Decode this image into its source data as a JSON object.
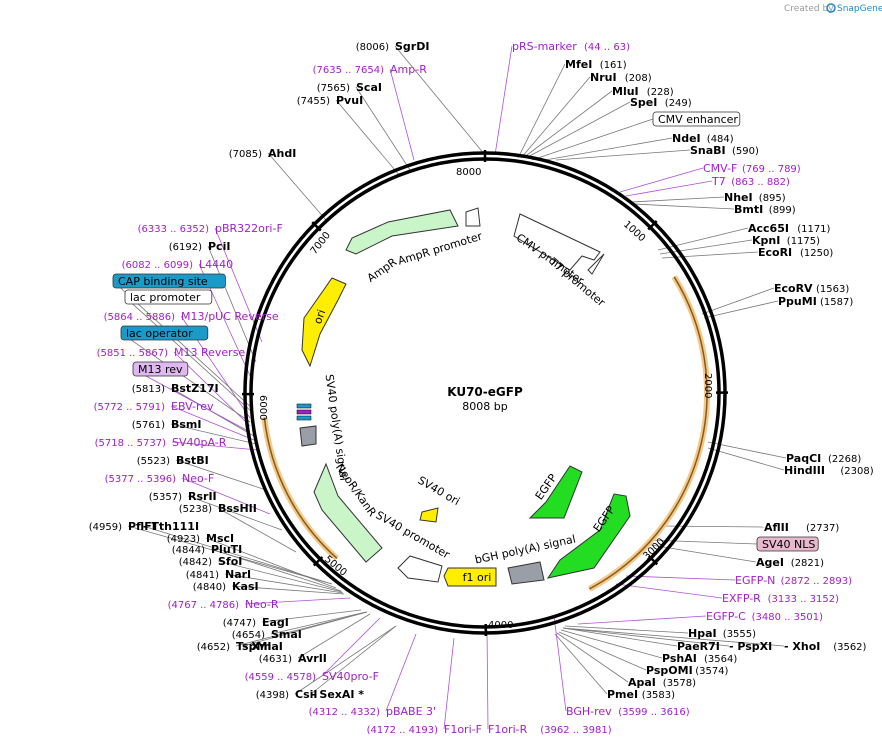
{
  "branding": {
    "created_by": "Created by",
    "app": "SnapGene"
  },
  "map": {
    "name": "KU70-eGFP",
    "length_text": "8008 bp"
  },
  "ticks": [
    "8000",
    "1000",
    "2000",
    "3000",
    "4000",
    "5000",
    "6000",
    "7000"
  ],
  "features": {
    "cmv_promoter": "CMV promoter",
    "t7_promoter": "T7 promoter",
    "egfp1": "EGFP",
    "egfp2": "EGFP",
    "bgh": "bGH poly(A) signal",
    "f1ori": "f1 ori",
    "sv40_ori": "SV40 ori",
    "sv40_promoter": "SV40 promoter",
    "neokan": "NeoR/KanR",
    "sv40_polya": "SV40 poly(A) signal",
    "ori": "ori",
    "ampr": "AmpR",
    "ampr_promoter": "AmpR promoter"
  },
  "annotations": [
    {
      "name": "SgrDI",
      "pos": "(8006)"
    },
    {
      "name": "pRS-marker",
      "pos": "(44 .. 63)"
    },
    {
      "name": "MfeI",
      "pos": "(161)"
    },
    {
      "name": "NruI",
      "pos": "(208)"
    },
    {
      "name": "MluI",
      "pos": "(228)"
    },
    {
      "name": "SpeI",
      "pos": "(249)"
    },
    {
      "name": "CMV enhancer",
      "pos": ""
    },
    {
      "name": "NdeI",
      "pos": "(484)"
    },
    {
      "name": "SnaBI",
      "pos": "(590)"
    },
    {
      "name": "CMV-F",
      "pos": "(769 .. 789)"
    },
    {
      "name": "T7",
      "pos": "(863 .. 882)"
    },
    {
      "name": "NheI",
      "pos": "(895)"
    },
    {
      "name": "BmtI",
      "pos": "(899)"
    },
    {
      "name": "Acc65I",
      "pos": "(1171)"
    },
    {
      "name": "KpnI",
      "pos": "(1175)"
    },
    {
      "name": "EcoRI",
      "pos": "(1250)"
    },
    {
      "name": "EcoRV",
      "pos": "(1563)"
    },
    {
      "name": "PpuMI",
      "pos": "(1587)"
    },
    {
      "name": "PaqCI",
      "pos": "(2268)"
    },
    {
      "name": "HindIII",
      "pos": "(2308)"
    },
    {
      "name": "AflII",
      "pos": "(2737)"
    },
    {
      "name": "SV40 NLS",
      "pos": ""
    },
    {
      "name": "AgeI",
      "pos": "(2821)"
    },
    {
      "name": "EGFP-N",
      "pos": "(2872 .. 2893)"
    },
    {
      "name": "EXFP-R",
      "pos": "(3133 .. 3152)"
    },
    {
      "name": "EGFP-C",
      "pos": "(3480 .. 3501)"
    },
    {
      "name": "HpaI",
      "pos": "(3555)"
    },
    {
      "name": "PaeR7I",
      "pos": ""
    },
    {
      "name": "- PspXI",
      "pos": ""
    },
    {
      "name": "- XhoI",
      "pos": "(3562)"
    },
    {
      "name": "PshAI",
      "pos": "(3564)"
    },
    {
      "name": "PspOMI",
      "pos": "(3574)"
    },
    {
      "name": "ApaI",
      "pos": "(3578)"
    },
    {
      "name": "PmeI",
      "pos": "(3583)"
    },
    {
      "name": "BGH-rev",
      "pos": "(3599 .. 3616)"
    },
    {
      "name": "F1ori-R",
      "pos": "(3962 .. 3981)"
    },
    {
      "name": "F1ori-F",
      "pos": "(4172 .. 4193)"
    },
    {
      "name": "pBABE 3'",
      "pos": "(4312 .. 4332)"
    },
    {
      "name": "CsiI",
      "pos": "(4398)"
    },
    {
      "name": "- SexAI *",
      "pos": ""
    },
    {
      "name": "SV40pro-F",
      "pos": "(4559 .. 4578)"
    },
    {
      "name": "AvrII",
      "pos": "(4631)"
    },
    {
      "name": "TspMI",
      "pos": "(4652)"
    },
    {
      "name": "- XmaI",
      "pos": ""
    },
    {
      "name": "SmaI",
      "pos": "(4654)"
    },
    {
      "name": "EagI",
      "pos": "(4747)"
    },
    {
      "name": "Neo-R",
      "pos": "(4767 .. 4786)"
    },
    {
      "name": "KasI",
      "pos": "(4840)"
    },
    {
      "name": "NarI",
      "pos": "(4841)"
    },
    {
      "name": "SfoI",
      "pos": "(4842)"
    },
    {
      "name": "PluTI",
      "pos": "(4844)"
    },
    {
      "name": "MscI",
      "pos": "(4923)"
    },
    {
      "name": "PflFI",
      "pos": "(4959)"
    },
    {
      "name": "- Tth111I",
      "pos": ""
    },
    {
      "name": "BssHII",
      "pos": "(5238)"
    },
    {
      "name": "RsrII",
      "pos": "(5357)"
    },
    {
      "name": "Neo-F",
      "pos": "(5377 .. 5396)"
    },
    {
      "name": "BstBI",
      "pos": "(5523)"
    },
    {
      "name": "SV40pA-R",
      "pos": "(5718 .. 5737)"
    },
    {
      "name": "BsmI",
      "pos": "(5761)"
    },
    {
      "name": "EBV-rev",
      "pos": "(5772 .. 5791)"
    },
    {
      "name": "BstZ17I",
      "pos": "(5813)"
    },
    {
      "name": "M13 rev",
      "pos": ""
    },
    {
      "name": "M13 Reverse",
      "pos": "(5851 .. 5867)"
    },
    {
      "name": "lac operator",
      "pos": ""
    },
    {
      "name": "M13/pUC Reverse",
      "pos": "(5864 .. 5886)"
    },
    {
      "name": "lac promoter",
      "pos": ""
    },
    {
      "name": "CAP binding site",
      "pos": ""
    },
    {
      "name": "L4440",
      "pos": "(6082 .. 6099)"
    },
    {
      "name": "PciI",
      "pos": "(6192)"
    },
    {
      "name": "pBR322ori-F",
      "pos": "(6333 .. 6352)"
    },
    {
      "name": "AhdI",
      "pos": "(7085)"
    },
    {
      "name": "PvuI",
      "pos": "(7455)"
    },
    {
      "name": "ScaI",
      "pos": "(7565)"
    },
    {
      "name": "Amp-R",
      "pos": "(7635 .. 7654)"
    }
  ]
}
